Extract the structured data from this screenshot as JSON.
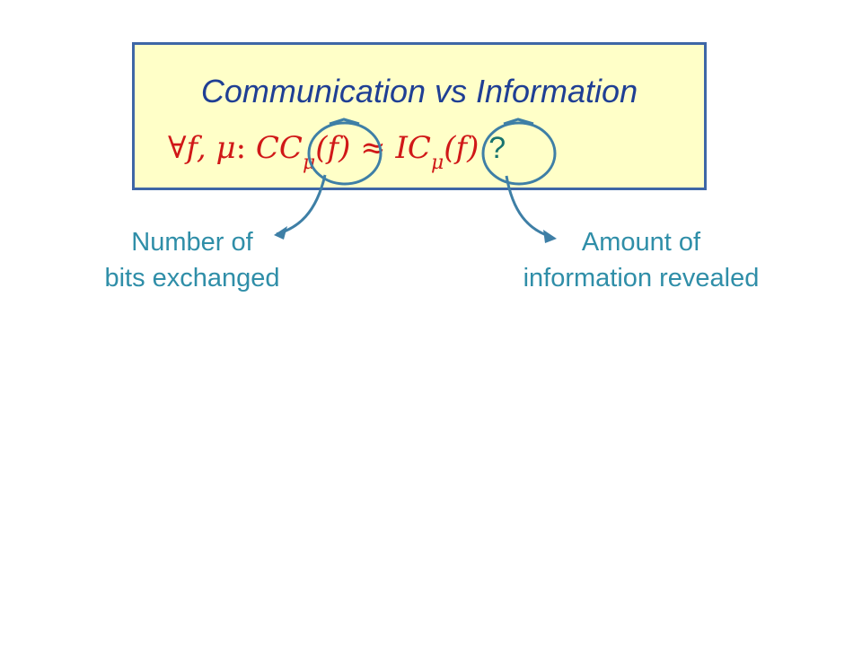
{
  "slide": {
    "title": "Communication vs Information",
    "formula": {
      "forall": "∀",
      "vars": "f, μ",
      "colon": ":",
      "lhs": "CC",
      "lhs_sub": "μ",
      "lhs_arg": "(f)",
      "approx": "≈",
      "rhs": "IC",
      "rhs_sub": "μ",
      "rhs_arg": "(f)",
      "question": "?"
    },
    "annotations": {
      "left_line1": "Number of",
      "left_line2": "bits exchanged",
      "right_line1": "Amount of",
      "right_line2": "information revealed"
    },
    "colors": {
      "box_fill": "#ffffc8",
      "box_border": "#3e67a6",
      "title": "#1f3f94",
      "formula": "#d01818",
      "question": "#17736e",
      "annotation": "#2f8ea8",
      "marker": "#3e7fa6"
    }
  }
}
